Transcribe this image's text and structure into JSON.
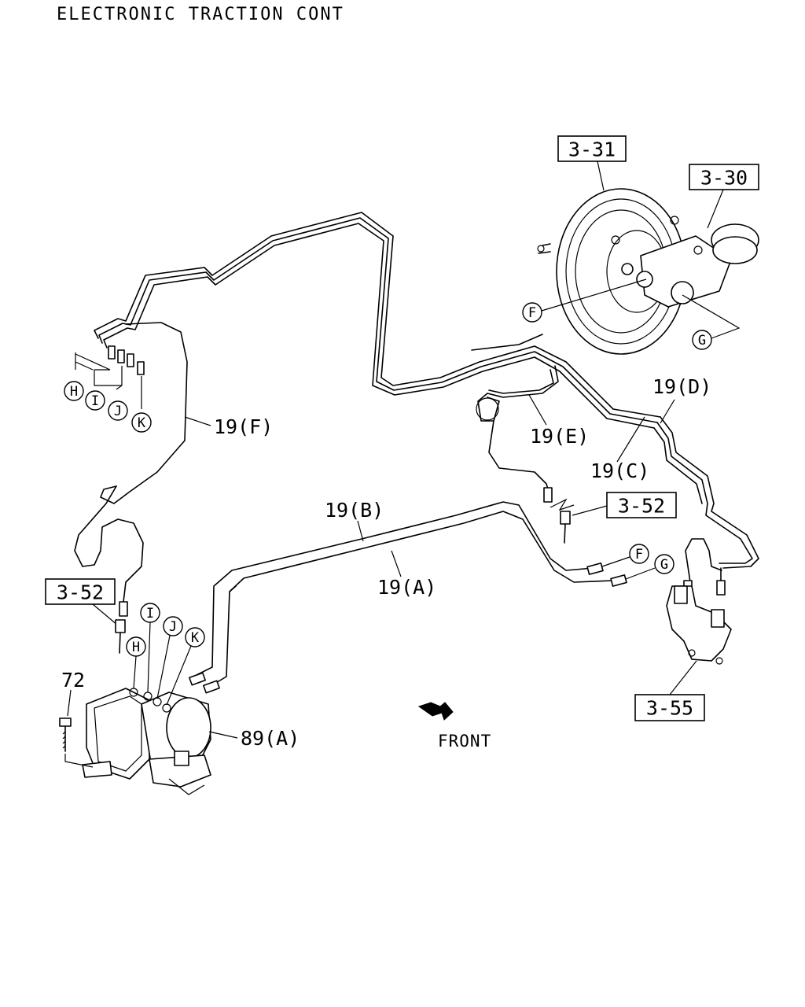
{
  "title": "ELECTRONIC TRACTION CONT",
  "ref_boxes": {
    "booster": "3-31",
    "master_cyl": "3-30",
    "valve_right": "3-52",
    "valve_left": "3-52",
    "bracket": "3-55"
  },
  "pipe_labels": {
    "a": "19(A)",
    "b": "19(B)",
    "c": "19(C)",
    "d": "19(D)",
    "e": "19(E)",
    "f": "19(F)"
  },
  "part_labels": {
    "bolt": "72",
    "hcu": "89(A)"
  },
  "connection_markers": {
    "f_top": "F",
    "g_top": "G",
    "f_right": "F",
    "g_right": "G",
    "h_top": "H",
    "i_top": "I",
    "j_top": "J",
    "k_top": "K",
    "h_unit": "H",
    "i_unit": "I",
    "j_unit": "J",
    "k_unit": "K"
  },
  "direction_label": "FRONT"
}
